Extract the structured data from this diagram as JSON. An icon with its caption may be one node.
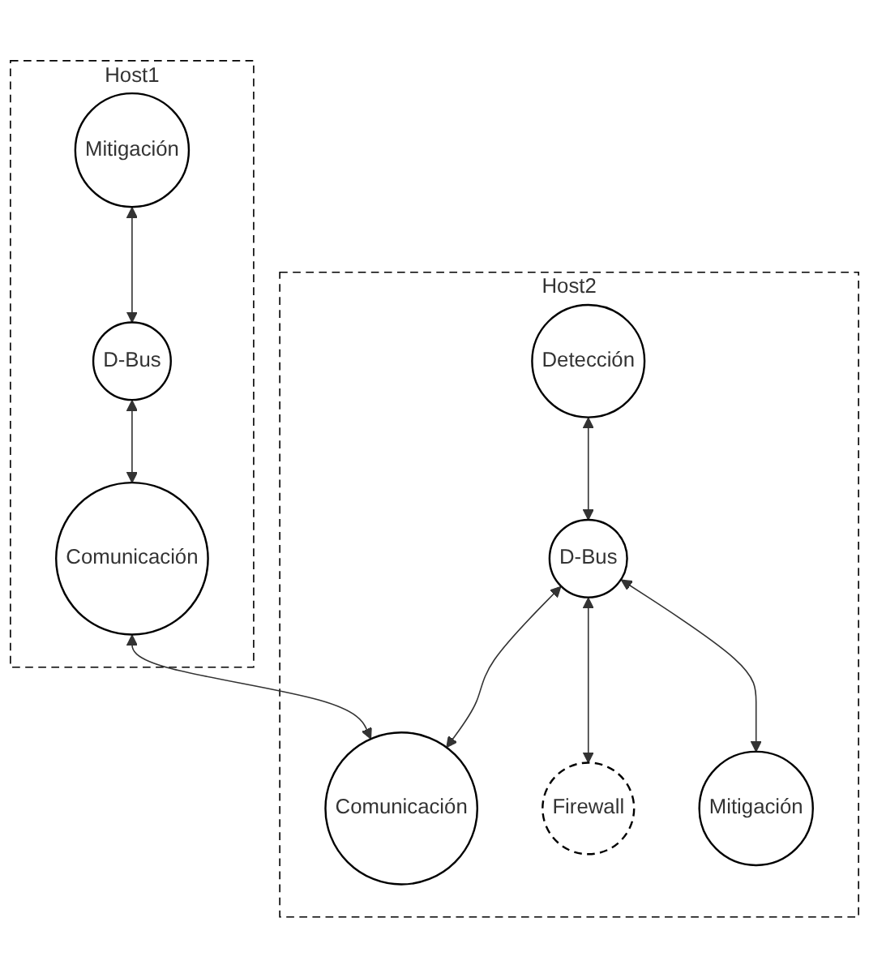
{
  "diagram": {
    "nodes": [
      {
        "text": [
          "Host1"
        ]
      },
      {
        "text": [
          "Mitigación"
        ],
        "in": 0
      },
      {
        "text": [
          "D-Bus"
        ],
        "in": 0
      },
      {
        "text": [
          "Comunicación"
        ],
        "in": 0
      },
      {
        "text": [
          "Host2"
        ]
      },
      {
        "text": [
          "Detección"
        ],
        "in": 4
      },
      {
        "text": [
          "D-Bus"
        ],
        "in": 4
      },
      {
        "text": [
          "Comunicación"
        ],
        "in": 4
      },
      {
        "text": [
          "Firewall"
        ],
        "in": 4
      },
      {
        "text": [
          "Mitigación"
        ],
        "in": 4
      }
    ],
    "edges": [
      {
        "from": 1,
        "to": 2,
        "arrow": "both"
      },
      {
        "from": 2,
        "to": 3,
        "arrow": "both"
      },
      {
        "from": 3,
        "to": 7,
        "arrow": "both"
      },
      {
        "from": 5,
        "to": 6,
        "arrow": "both"
      },
      {
        "from": 6,
        "to": 7,
        "arrow": "both"
      },
      {
        "from": 6,
        "to": 8,
        "arrow": "both"
      },
      {
        "from": 6,
        "to": 9,
        "arrow": "both"
      }
    ]
  }
}
